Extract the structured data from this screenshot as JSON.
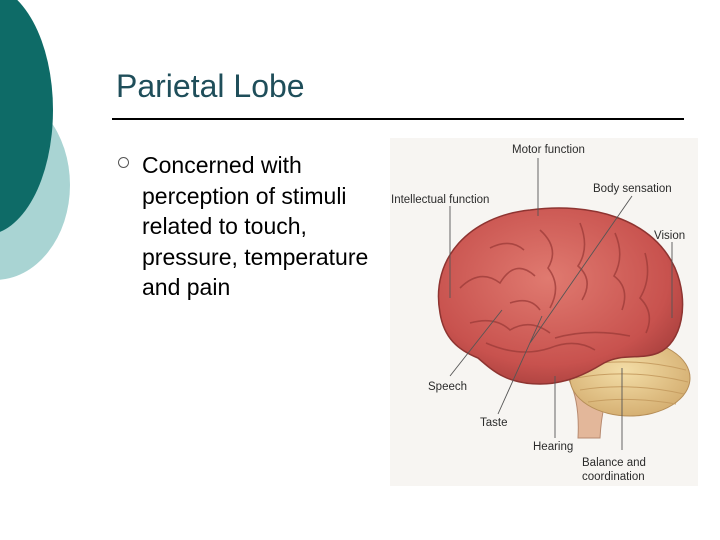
{
  "slide": {
    "title": "Parietal Lobe",
    "bullets": [
      "Concerned with perception of stimuli related to touch, pressure, temperature and pain"
    ]
  },
  "brain_figure": {
    "labels": {
      "motor": "Motor function",
      "body": "Body sensation",
      "intellectual": "Intellectual function",
      "vision": "Vision",
      "speech": "Speech",
      "taste": "Taste",
      "hearing": "Hearing",
      "balance_line1": "Balance and",
      "balance_line2": "coordination"
    }
  },
  "colors": {
    "accent_dark": "#0e6b67",
    "accent_light": "#a9d4d3",
    "title": "#1f4e5a",
    "brain": "#c8524e",
    "cerebellum": "#e7c98a"
  }
}
